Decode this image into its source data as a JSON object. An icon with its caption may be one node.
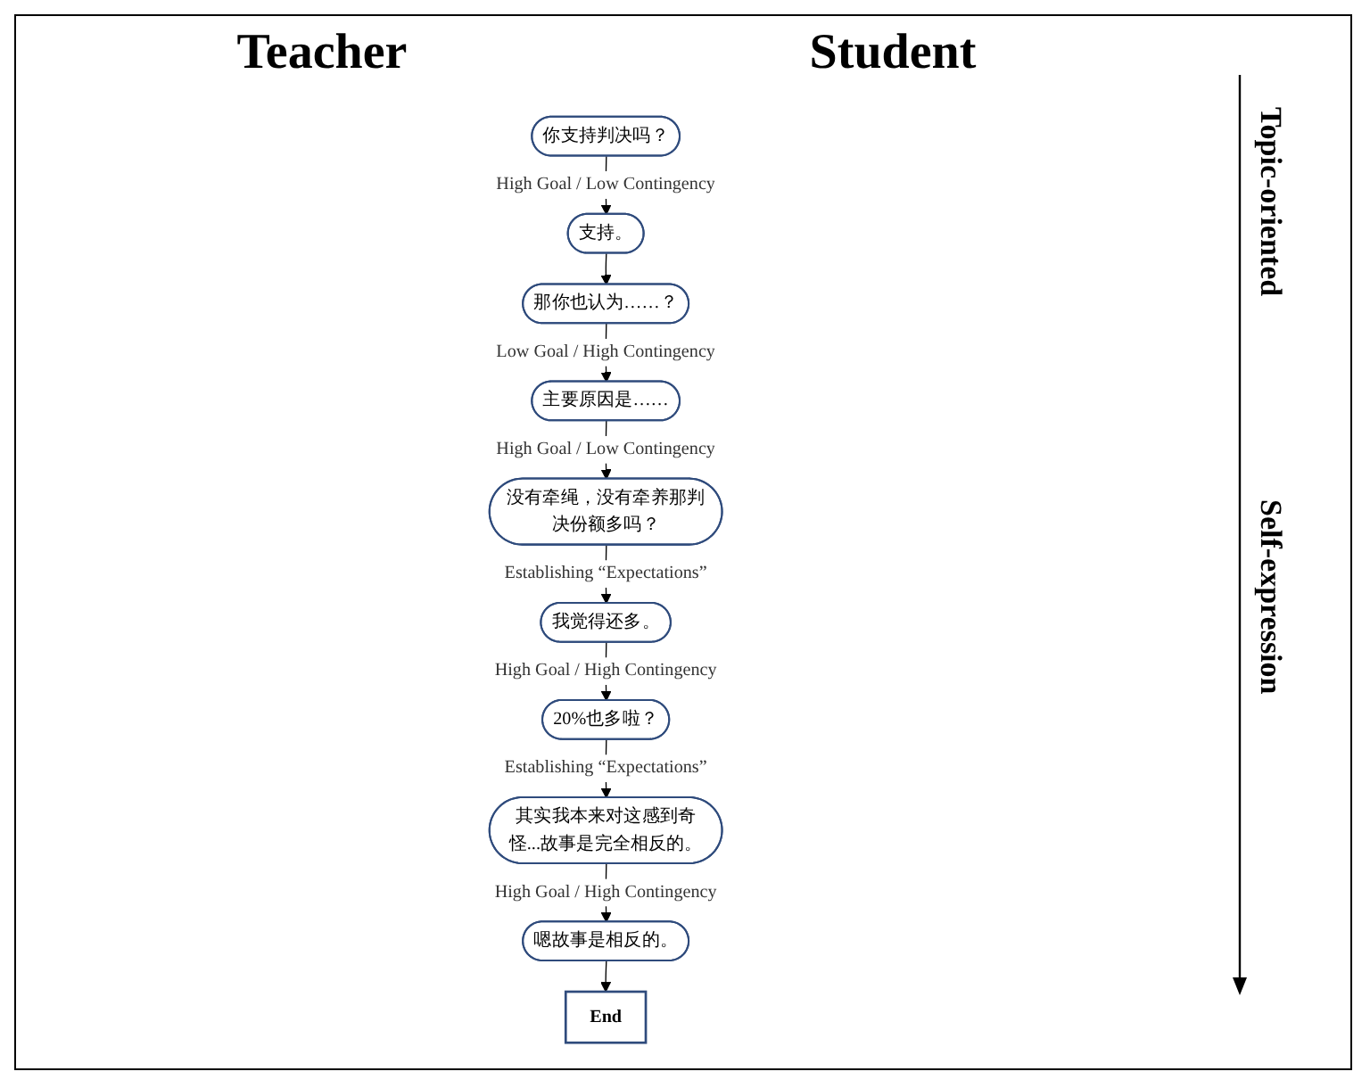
{
  "diagram": {
    "nodes": [
      {
        "text": [
          "你支持判决吗？"
        ]
      },
      {
        "text": [
          "支持。"
        ]
      },
      {
        "text": [
          "那你也认为……？"
        ]
      },
      {
        "text": [
          "主要原因是……"
        ]
      },
      {
        "text": [
          "没有牵绳，没有牵养那判决份额多吗？"
        ]
      },
      {
        "text": [
          "我觉得还多。"
        ]
      },
      {
        "text": [
          "20%也多啦？"
        ]
      },
      {
        "text": [
          "其实我本来对这感到奇怪...故事是完全相反的。"
        ]
      },
      {
        "text": [
          "嗯故事是相反的。"
        ]
      },
      {
        "text": [
          "End"
        ]
      }
    ],
    "edges": [
      {
        "from": 0,
        "to": 1,
        "arrow": "to",
        "label": "High Goal / Low Contingency"
      },
      {
        "from": 1,
        "to": 2,
        "arrow": "to"
      },
      {
        "from": 2,
        "to": 3,
        "arrow": "to",
        "label": "Low Goal / High Contingency"
      },
      {
        "from": 3,
        "to": 4,
        "arrow": "to",
        "label": "High Goal / Low Contingency"
      },
      {
        "from": 4,
        "to": 5,
        "arrow": "to",
        "label": "Establishing “Expectations”"
      },
      {
        "from": 5,
        "to": 6,
        "arrow": "to",
        "label": "High Goal / High Contingency"
      },
      {
        "from": 6,
        "to": 7,
        "arrow": "to",
        "label": "Establishing “Expectations”"
      },
      {
        "from": 7,
        "to": 8,
        "arrow": "to",
        "label": "High Goal / High Contingency"
      },
      {
        "from": 8,
        "to": 9,
        "arrow": "to"
      }
    ],
    "labels": [
      "Teacher",
      "Student",
      "Topic-oriented",
      "Self-expression"
    ]
  }
}
